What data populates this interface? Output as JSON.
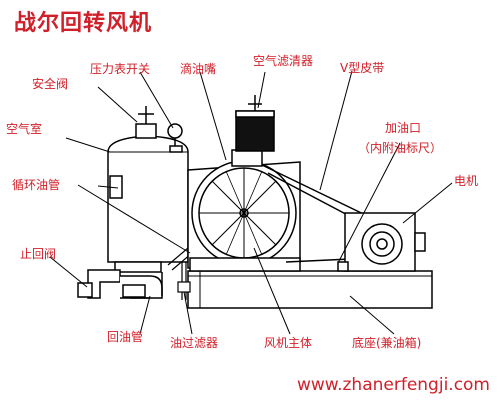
{
  "title": "战尔回转风机",
  "labels": {
    "pressure_gauge_switch": "压力表开关",
    "drip_nozzle": "滴油嘴",
    "air_filter": "空气滤清器",
    "v_belt": "V型皮带",
    "safety_valve": "安全阀",
    "air_chamber": "空气室",
    "oil_inlet": "加油口",
    "oil_inlet_note": "（内附油标尺）",
    "circulation_pipe": "循环油管",
    "motor": "电机",
    "check_valve": "止回阀",
    "return_pipe": "回油管",
    "oil_filter": "油过滤器",
    "blower_body": "风机主体",
    "base_tank": "底座(兼油箱)"
  },
  "website": "www.zhanerfengji.com",
  "colors": {
    "label": "#d0202a",
    "line": "#000000",
    "background": "#ffffff"
  }
}
